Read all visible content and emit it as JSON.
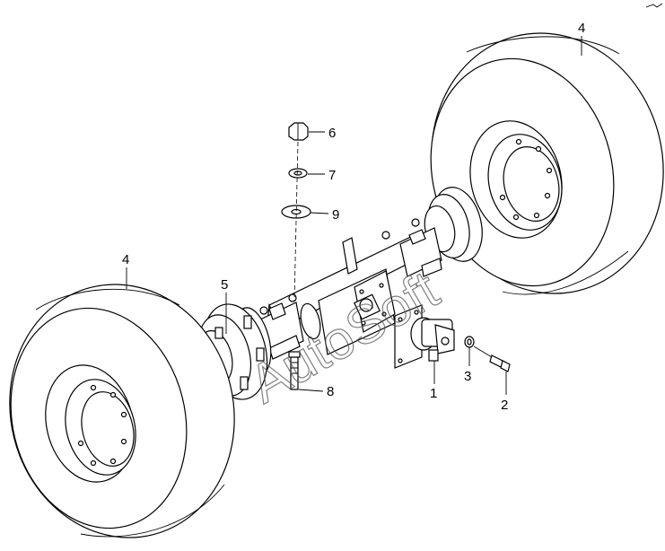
{
  "callouts": {
    "c1": "1",
    "c2": "2",
    "c3": "3",
    "c4_top": "4",
    "c4_left": "4",
    "c5": "5",
    "c6": "6",
    "c7": "7",
    "c8": "8",
    "c9": "9"
  },
  "watermark": "AutoSoft",
  "colors": {
    "line": "#000000",
    "background": "#ffffff",
    "watermark": "#555555"
  }
}
